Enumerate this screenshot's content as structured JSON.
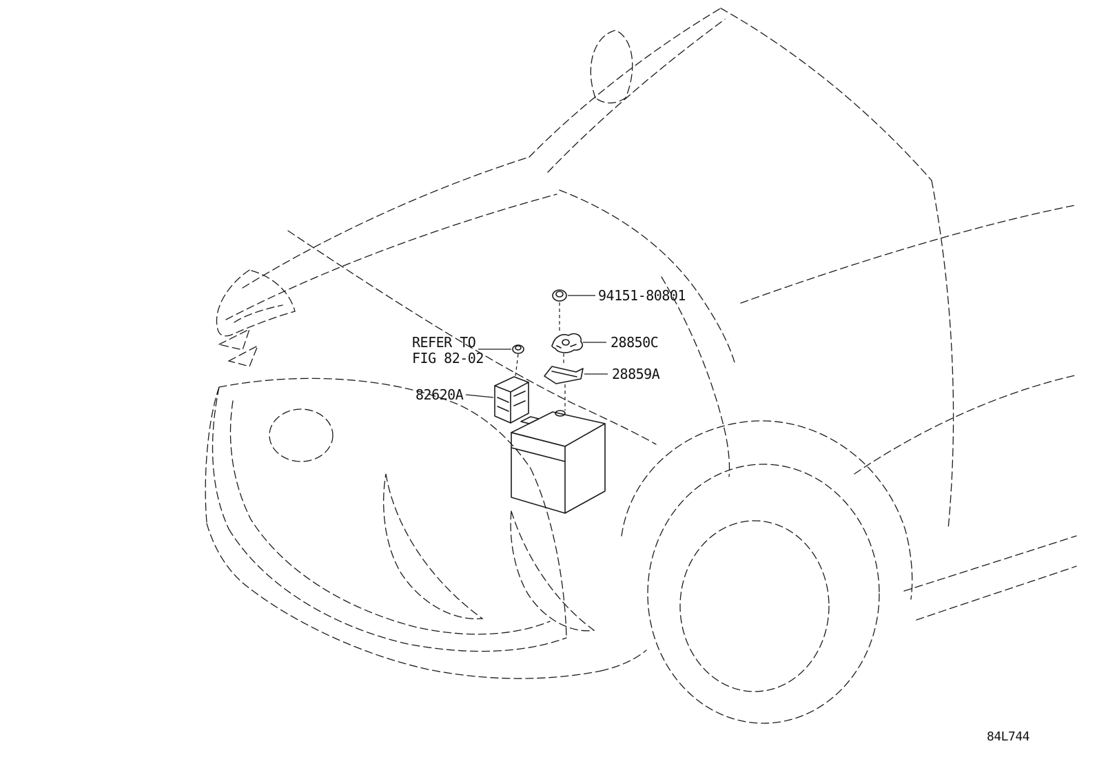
{
  "diagram": {
    "code": "84L744",
    "labels": {
      "bolt": "94151-80801",
      "clamp": "28850C",
      "bracket": "28859A",
      "junction_block": "82620A",
      "refer_line1": "REFER TO",
      "refer_line2": "FIG 82-02"
    },
    "colors": {
      "line": "#1a1a1a",
      "background": "#ffffff"
    }
  }
}
